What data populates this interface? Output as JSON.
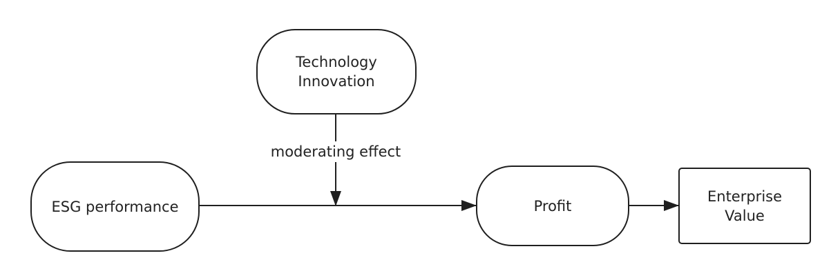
{
  "nodes": {
    "technology_innovation": {
      "line1": "Technology",
      "line2": "Innovation"
    },
    "esg_performance": {
      "label": "ESG performance"
    },
    "profit": {
      "label": "Profit"
    },
    "enterprise_value": {
      "line1": "Enterprise",
      "line2": "Value"
    }
  },
  "edges": {
    "moderating_label": "moderating effect"
  },
  "colors": {
    "stroke": "#1f1f1f",
    "text": "#222222",
    "background": "#ffffff"
  }
}
